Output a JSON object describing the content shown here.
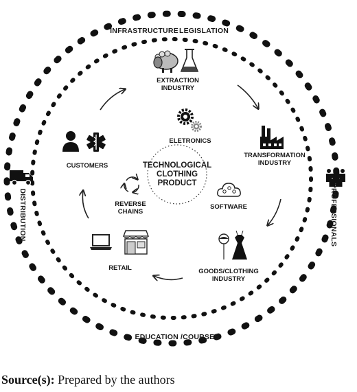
{
  "diagram": {
    "center_label": [
      "TECHNOLOGICAL",
      "CLOTHING",
      "PRODUCT"
    ],
    "outer_ring": {
      "top_left": "INFRASTRUCTURE",
      "top_right": "LEGISLATION",
      "left": "DISTRIBUTION",
      "right": "PROFESSIONALS",
      "bottom": "EDUCATION /COURSES"
    },
    "cycle_nodes": {
      "extraction": [
        "EXTRACTION",
        "INDUSTRY"
      ],
      "transformation": [
        "TRANSFORMATION",
        "INDUSTRY"
      ],
      "goods": [
        "GOODS/CLOTHING",
        "INDUSTRY"
      ],
      "retail": "RETAIL",
      "customers": "CUSTOMERS"
    },
    "inner_nodes": {
      "electronics": "ELETRONICS",
      "software": "SOFTWARE",
      "reverse": [
        "REVERSE",
        "CHAINS"
      ]
    },
    "icons": [
      "sheep-icon",
      "flask-icon",
      "factory-icon",
      "dress-icon",
      "store-icon",
      "laptop-icon",
      "person-icon",
      "medical-icon",
      "gear-icon",
      "cloud-icon",
      "recycle-icon",
      "truck-icon",
      "people-icon"
    ]
  },
  "caption": {
    "label": "Source(s):",
    "text": " Prepared by the authors"
  }
}
